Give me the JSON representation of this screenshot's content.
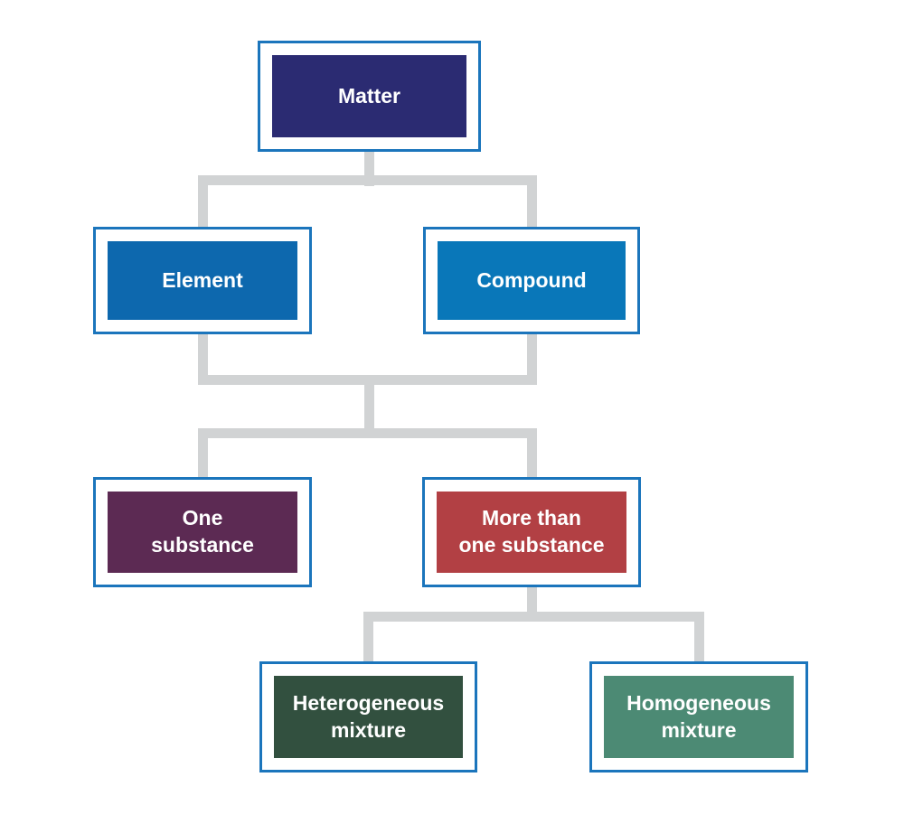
{
  "diagram": {
    "type": "flowchart",
    "background": "#FFFFFF",
    "colors": {
      "outline": "#1B75BC",
      "connector": "#D1D3D4",
      "label_text": "#FFFFFF"
    },
    "nodes": {
      "matter": {
        "label": "Matter",
        "fill": "#2B2B72"
      },
      "element": {
        "label": "Element",
        "fill": "#0D68AE"
      },
      "compound": {
        "label": "Compound",
        "fill": "#0977B9"
      },
      "one_substance": {
        "label": "One\nsubstance",
        "fill": "#5C2A53"
      },
      "more_than_one_substance": {
        "label": "More than\none substance",
        "fill": "#B24044"
      },
      "heterogeneous_mixture": {
        "label": "Heterogeneous\nmixture",
        "fill": "#32503F"
      },
      "homogeneous_mixture": {
        "label": "Homogeneous\nmixture",
        "fill": "#4C8A74"
      }
    },
    "edges": [
      {
        "from": "matter",
        "to": "element"
      },
      {
        "from": "matter",
        "to": "compound"
      },
      {
        "from": "element",
        "to": "one_substance"
      },
      {
        "from": "element",
        "to": "more_than_one_substance"
      },
      {
        "from": "compound",
        "to": "one_substance"
      },
      {
        "from": "compound",
        "to": "more_than_one_substance"
      },
      {
        "from": "more_than_one_substance",
        "to": "heterogeneous_mixture"
      },
      {
        "from": "more_than_one_substance",
        "to": "homogeneous_mixture"
      }
    ]
  }
}
